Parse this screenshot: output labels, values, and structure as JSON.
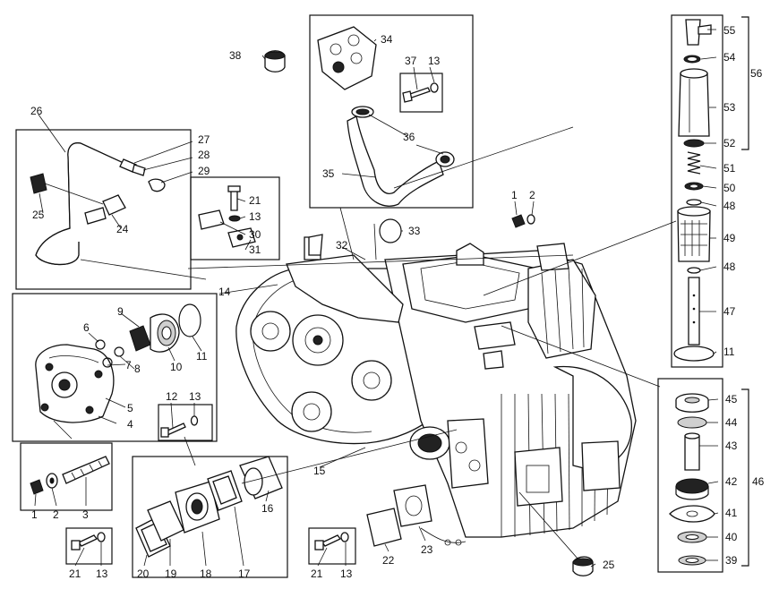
{
  "callouts": [
    "1",
    "2",
    "3",
    "4",
    "5",
    "6",
    "7",
    "8",
    "9",
    "10",
    "11",
    "12",
    "13",
    "14",
    "15",
    "16",
    "17",
    "18",
    "19",
    "20",
    "21",
    "22",
    "23",
    "24",
    "25",
    "26",
    "27",
    "28",
    "29",
    "30",
    "31",
    "32",
    "33",
    "34",
    "35",
    "36",
    "37",
    "38",
    "39",
    "40",
    "41",
    "42",
    "43",
    "44",
    "45",
    "46",
    "47",
    "48",
    "49",
    "50",
    "51",
    "52",
    "53",
    "54",
    "55",
    "56"
  ],
  "labels": {
    "l55": "55",
    "l54": "54",
    "l53": "53",
    "l52": "52",
    "l51": "51",
    "l50": "50",
    "l48a": "48",
    "l49": "49",
    "l48b": "48",
    "l47": "47",
    "l11a": "11",
    "l56": "56",
    "l45": "45",
    "l44": "44",
    "l43": "43",
    "l42": "42",
    "l41": "41",
    "l40": "40",
    "l39": "39",
    "l46": "46",
    "l34": "34",
    "l38": "38",
    "l37": "37",
    "l13a": "13",
    "l36": "36",
    "l35": "35",
    "l33": "33",
    "l32": "32",
    "l1a": "1",
    "l2a": "2",
    "l26": "26",
    "l27": "27",
    "l28": "28",
    "l29": "29",
    "l25a": "25",
    "l24": "24",
    "l21a": "21",
    "l13b": "13",
    "l30": "30",
    "l31": "31",
    "l14": "14",
    "l9": "9",
    "l6": "6",
    "l7": "7",
    "l8": "8",
    "l10": "10",
    "l11b": "11",
    "l5": "5",
    "l4": "4",
    "l12": "12",
    "l13c": "13",
    "l1b": "1",
    "l2b": "2",
    "l3": "3",
    "l15": "15",
    "l16": "16",
    "l21b": "21",
    "l13d": "13",
    "l20": "20",
    "l19": "19",
    "l18": "18",
    "l17": "17",
    "l21c": "21",
    "l13e": "13",
    "l22": "22",
    "l23": "23",
    "l25b": "25"
  }
}
